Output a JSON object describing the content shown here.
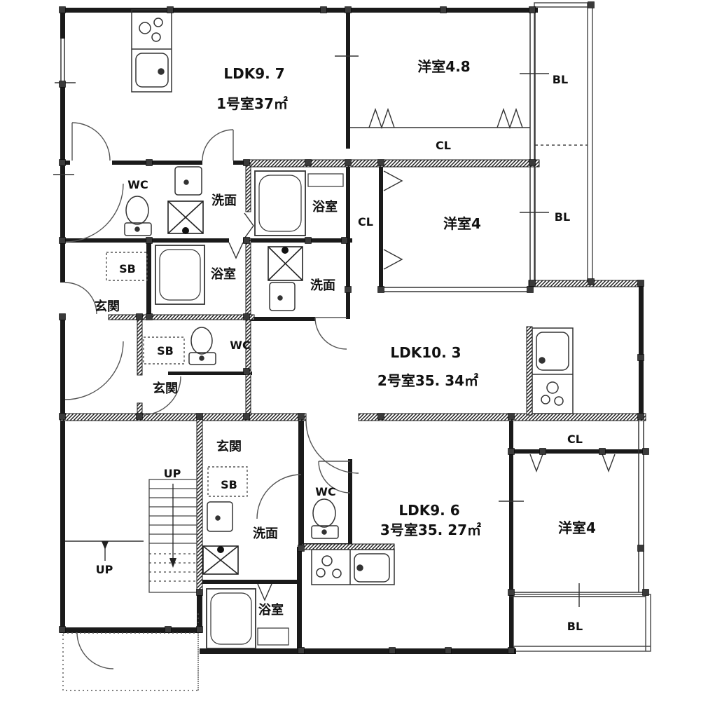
{
  "document": {
    "type": "apartment-floor-plan",
    "background_color": "#ffffff",
    "line_color": "#1a1a1a"
  },
  "units": [
    {
      "id": "1",
      "ldk_label": "LDK9. 7",
      "area_label": "1号室37㎡"
    },
    {
      "id": "2",
      "ldk_label": "LDK10. 3",
      "area_label": "2号室35. 34㎡"
    },
    {
      "id": "3",
      "ldk_label": "LDK9. 6",
      "area_label": "3号室35. 27㎡"
    }
  ],
  "labels": {
    "western_room_48": "洋室4.8",
    "western_room_4": "洋室4",
    "balcony": "BL",
    "closet": "CL",
    "toilet": "WC",
    "washroom": "洗面",
    "bathroom": "浴室",
    "shoe_box": "SB",
    "entrance": "玄関",
    "stairs_up": "UP"
  }
}
